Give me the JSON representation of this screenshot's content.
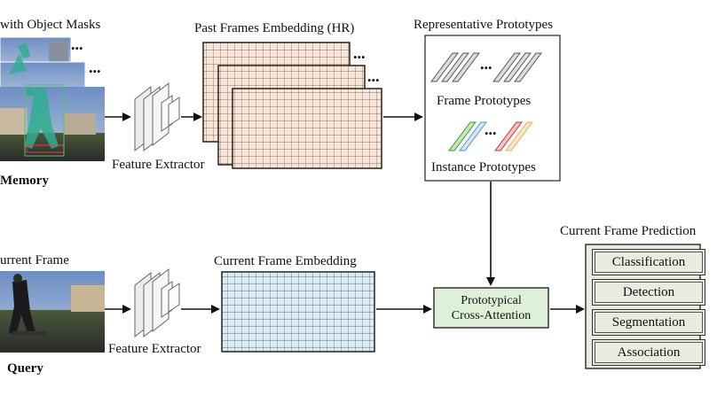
{
  "memory": {
    "title": "with Object Masks",
    "label": "Memory",
    "ellipsis": "..."
  },
  "query": {
    "title": "urrent Frame",
    "label": "Query"
  },
  "extractor_top": {
    "label": "Feature Extractor"
  },
  "extractor_bottom": {
    "label": "Feature Extractor"
  },
  "past_embedding": {
    "title": "Past Frames Embedding (HR)",
    "ellipsis": "..."
  },
  "current_embedding": {
    "title": "Current Frame Embedding"
  },
  "prototypes": {
    "title": "Representative Prototypes",
    "frame_label": "Frame Prototypes",
    "instance_label": "Instance Prototypes",
    "ellipsis": "..."
  },
  "cross_attention": {
    "line1": "Prototypical",
    "line2": "Cross-Attention"
  },
  "prediction": {
    "title": "Current Frame Prediction",
    "items": [
      "Classification",
      "Detection",
      "Segmentation",
      "Association"
    ]
  },
  "colors": {
    "past_grid_fill": "#f7e6d8",
    "current_grid_fill": "#dcebf2",
    "cross_attention_fill": "#dff0d8",
    "prediction_fill": "#e8ecde"
  }
}
